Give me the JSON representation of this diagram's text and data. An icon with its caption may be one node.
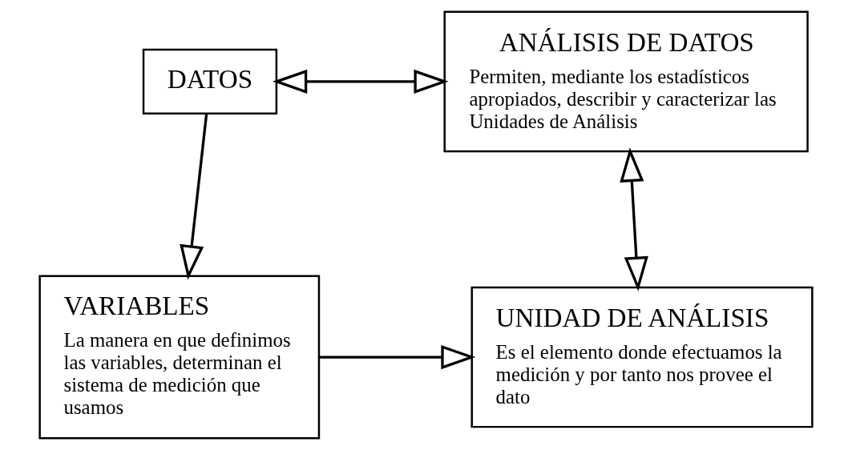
{
  "diagram": {
    "nodes": [
      {
        "text": [
          "DATOS"
        ]
      },
      {
        "text": [
          "ANÁLISIS DE DATOS",
          "Permiten, mediante los estadísticos apropiados, describir y caracterizar las Unidades de Análisis"
        ]
      },
      {
        "text": [
          "VARIABLES",
          "La manera en que definimos las variables, determinan el sistema de medición que usamos"
        ]
      },
      {
        "text": [
          "UNIDAD DE ANÁLISIS",
          "Es el elemento donde efectuamos la medición y por tanto nos provee el dato"
        ]
      }
    ],
    "edges": [
      {
        "from": 0,
        "to": 1,
        "arrow": "both"
      },
      {
        "from": 0,
        "to": 2,
        "arrow": "to"
      },
      {
        "from": 2,
        "to": 3,
        "arrow": "to"
      },
      {
        "from": 1,
        "to": 3,
        "arrow": "both"
      }
    ]
  }
}
